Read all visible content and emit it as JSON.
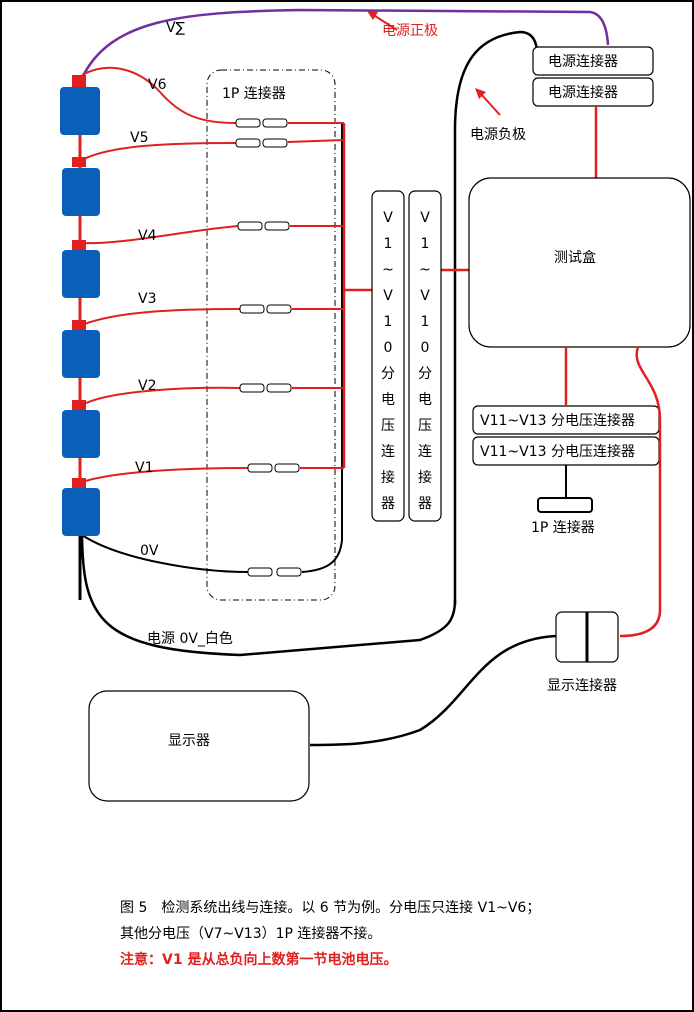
{
  "labels": {
    "v_sum": "V∑",
    "power_positive": "电源正极",
    "power_negative": "电源负极",
    "power_connector_1": "电源连接器",
    "power_connector_2": "电源连接器",
    "connector_1p_top": "1P 连接器",
    "v6": "V6",
    "v5": "V5",
    "v4": "V4",
    "v3": "V3",
    "v2": "V2",
    "v1": "V1",
    "zero_v": "0V",
    "test_box": "测试盒",
    "v11_v13_connector_1": "V11~V13 分电压连接器",
    "v11_v13_connector_2": "V11~V13 分电压连接器",
    "connector_1p_bottom": "1P 连接器",
    "display_connector": "显示连接器",
    "power_0v_white": "电源 0V_白色",
    "display": "显示器",
    "v1_v10_connector_chars": [
      "V",
      "1",
      "~",
      "V",
      "1",
      "0",
      "分",
      "电",
      "压",
      "连",
      "接",
      "器"
    ]
  },
  "caption": {
    "line1": "图 5　检测系统出线与连接。以 6 节为例。分电压只连接 V1~V6；",
    "line2": "其他分电压（V7~V13）1P 连接器不接。",
    "note": "注意：V1 是从总负向上数第一节电池电压。"
  },
  "colors": {
    "red_wire": "#e02020",
    "black_wire": "#000000",
    "purple_wire": "#7030a0",
    "battery": "#0a5fb8"
  }
}
